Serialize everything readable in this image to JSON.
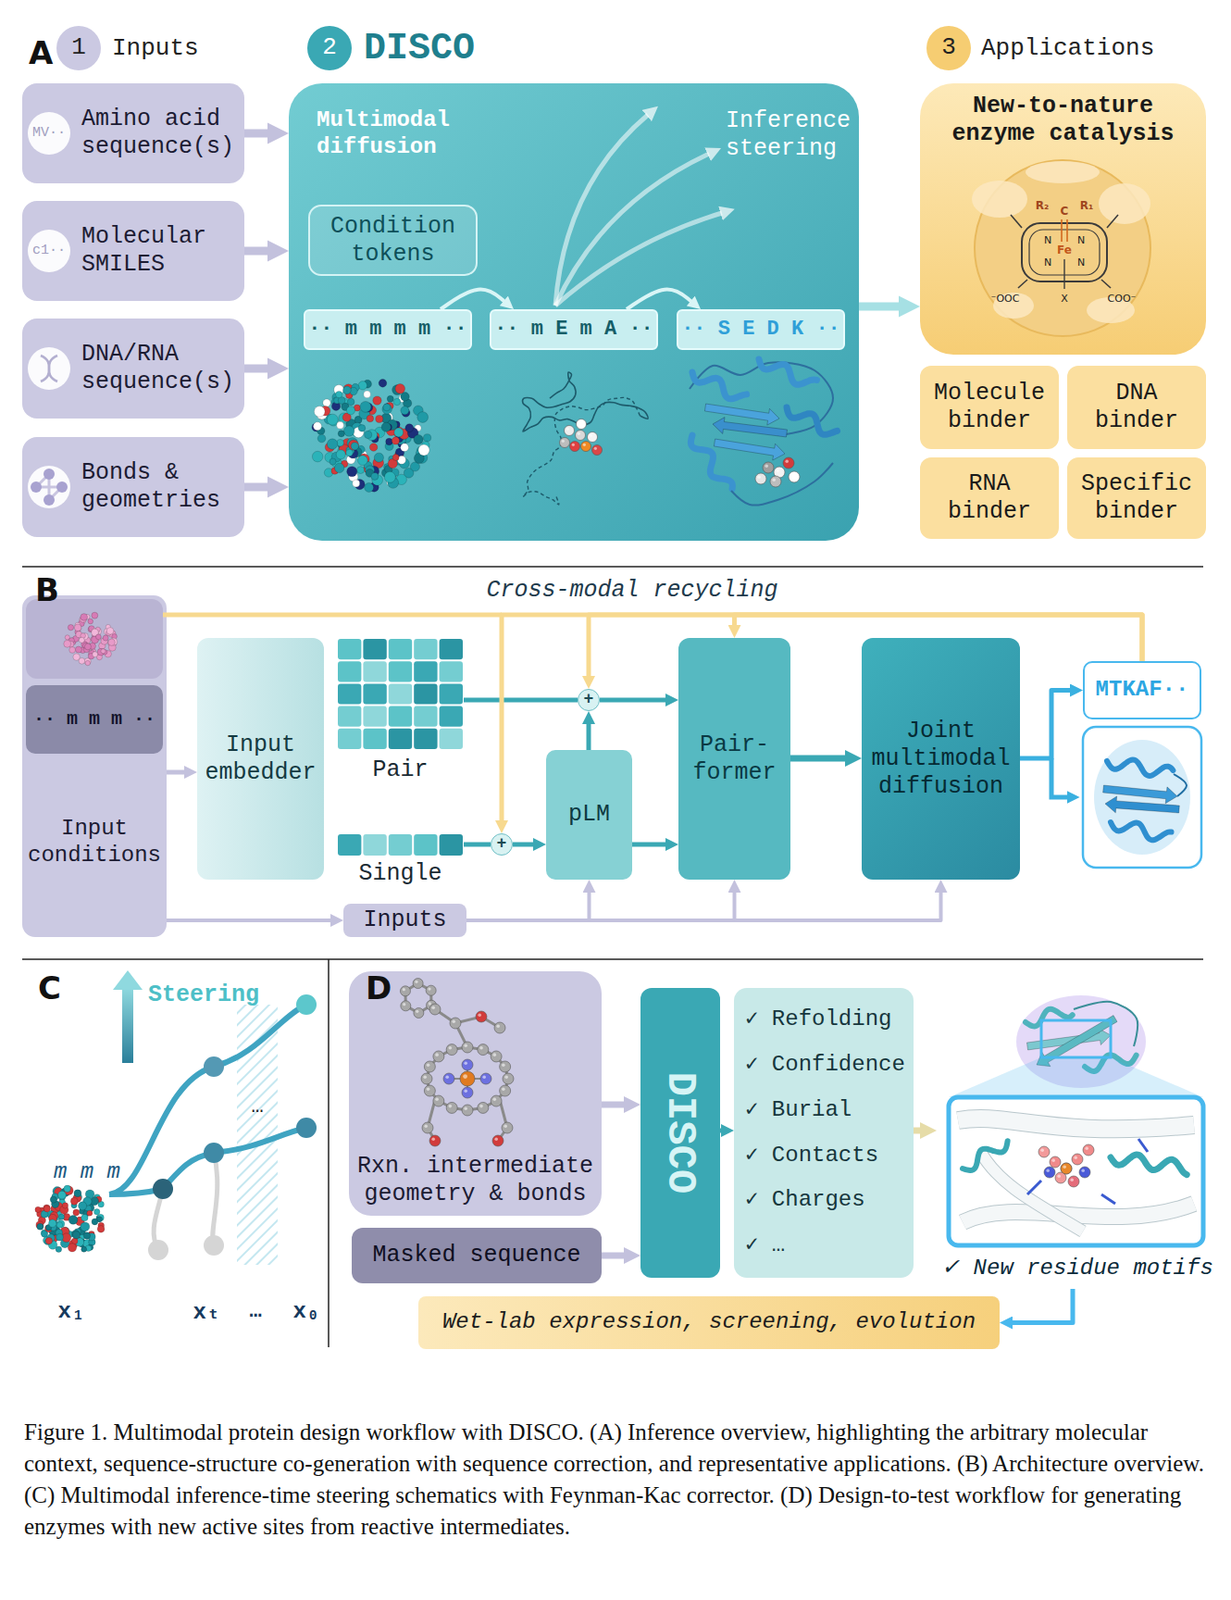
{
  "diagram": {
    "caption": "Figure 1. Multimodal protein design workflow with DISCO. (A) Inference overview, highlighting the arbitrary molecular context, sequence-structure co-generation with sequence correction, and representative applications. (B) Architecture overview. (C) Multimodal inference-time steering schematics with Feynman-Kac corrector. (D) Design-to-test workflow for generating enzymes with new active sites from reactive intermediates.",
    "nodes": [
      {
        "text": [
          "1"
        ]
      },
      {
        "text": [
          "2"
        ]
      },
      {
        "text": [
          "3"
        ]
      },
      {
        "text": [
          "Amino acid sequence(s)"
        ]
      },
      {
        "text": [
          "MV··"
        ],
        "in": 3
      },
      {
        "text": [
          "Molecular SMILES"
        ]
      },
      {
        "text": [
          "c1··"
        ],
        "in": 5
      },
      {
        "text": [
          "DNA/RNA sequence(s)"
        ]
      },
      {
        "text": [
          "Bonds & geometries"
        ]
      },
      {
        "text": [
          "Multimodal diffusion",
          "Inference steering"
        ]
      },
      {
        "text": [
          "Condition tokens"
        ],
        "in": 9
      },
      {
        "text": [
          "·· m m m m ··"
        ],
        "in": 9
      },
      {
        "text": [
          "·· m E m A ··"
        ],
        "in": 9
      },
      {
        "text": [
          "·· S E D K ··"
        ],
        "in": 9
      },
      {
        "text": [
          "New-to-nature enzyme catalysis"
        ]
      },
      {
        "text": [
          "Molecule binder"
        ]
      },
      {
        "text": [
          "DNA binder"
        ]
      },
      {
        "text": [
          "RNA binder"
        ]
      },
      {
        "text": [
          "Specific binder"
        ]
      },
      {
        "text": [
          "Input conditions"
        ]
      },
      {
        "text": [
          "·· m m m ··"
        ],
        "in": 19
      },
      {
        "text": [
          "Input embedder"
        ]
      },
      {
        "text": [
          "Pair"
        ]
      },
      {
        "text": [
          "Single"
        ]
      },
      {
        "text": [
          "+"
        ]
      },
      {
        "text": [
          "+"
        ]
      },
      {
        "text": [
          "pLM"
        ]
      },
      {
        "text": [
          "Pair- former"
        ]
      },
      {
        "text": [
          "Joint multimodal diffusion"
        ]
      },
      {
        "text": [
          "MTKAF··"
        ]
      },
      {
        "text": [
          "Inputs"
        ]
      },
      {
        "text": [
          "Rxn. intermediate geometry & bonds"
        ]
      },
      {
        "text": [
          "Masked sequence"
        ]
      },
      {
        "text": [
          "DISCO"
        ]
      },
      {
        "text": [
          "✓ Refolding",
          "✓ Confidence",
          "✓ Burial",
          "✓ Contacts",
          "✓ Charges",
          "✓ …"
        ]
      },
      {
        "text": [
          "✓ New residue motifs"
        ]
      },
      {
        "text": [
          "Wet-lab expression, screening, evolution"
        ]
      }
    ],
    "edges": [
      {
        "from": 3,
        "to": 9,
        "arrow": "to"
      },
      {
        "from": 5,
        "to": 9,
        "arrow": "to"
      },
      {
        "from": 7,
        "to": 9,
        "arrow": "to"
      },
      {
        "from": 8,
        "to": 9,
        "arrow": "to"
      },
      {
        "from": 11,
        "to": 12,
        "arrow": "to"
      },
      {
        "from": 12,
        "to": 13,
        "arrow": "to"
      },
      {
        "from": 9,
        "to": 14,
        "arrow": "to"
      },
      {
        "from": 19,
        "to": 21,
        "arrow": "to"
      },
      {
        "from": 22,
        "to": 24,
        "arrow": "none"
      },
      {
        "from": 24,
        "to": 27,
        "arrow": "to"
      },
      {
        "from": 23,
        "to": 25,
        "arrow": "none"
      },
      {
        "from": 25,
        "to": 26,
        "arrow": "to"
      },
      {
        "from": 26,
        "to": 24,
        "arrow": "to"
      },
      {
        "from": 26,
        "to": 27,
        "arrow": "to"
      },
      {
        "from": 27,
        "to": 28,
        "arrow": "to"
      },
      {
        "from": 28,
        "to": 29,
        "arrow": "to"
      },
      {
        "from": 19,
        "to": 30,
        "arrow": "to"
      },
      {
        "from": 30,
        "to": 26,
        "arrow": "to"
      },
      {
        "from": 30,
        "to": 27,
        "arrow": "to"
      },
      {
        "from": 30,
        "to": 28,
        "arrow": "to"
      },
      {
        "from": 29,
        "to": 25,
        "arrow": "to"
      },
      {
        "from": 29,
        "to": 24,
        "arrow": "to"
      },
      {
        "from": 29,
        "to": 27,
        "arrow": "to"
      },
      {
        "from": 31,
        "to": 33,
        "arrow": "to"
      },
      {
        "from": 32,
        "to": 33,
        "arrow": "to"
      },
      {
        "from": 33,
        "to": 34,
        "arrow": "to"
      },
      {
        "from": 34,
        "to": 35,
        "arrow": "to"
      },
      {
        "from": 35,
        "to": 36,
        "arrow": "to"
      }
    ],
    "labels": [
      "A",
      "Inputs",
      "DISCO",
      "Applications",
      "R₂",
      "C",
      "R₁",
      "N",
      "N",
      "N",
      "N",
      "Fe",
      "X",
      "⁻OOC",
      "COO⁻",
      "B",
      "Cross-modal recycling",
      "C",
      "Steering",
      "m m m",
      "…",
      "x₁",
      "xₜ",
      "…",
      "x₀",
      "D"
    ]
  }
}
